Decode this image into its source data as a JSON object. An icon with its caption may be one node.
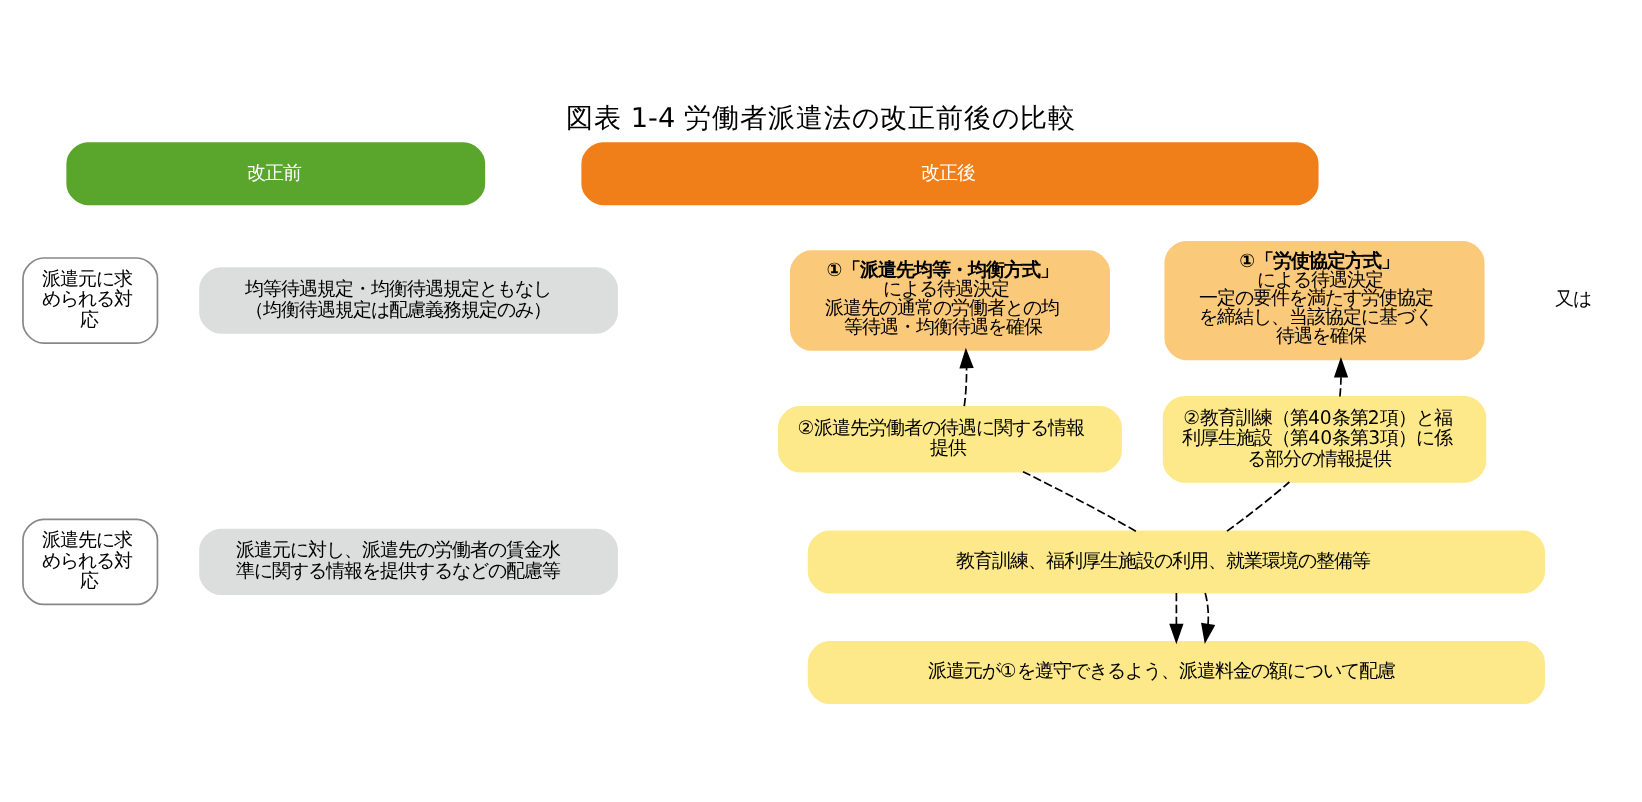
{
  "diagram": {
    "title": "図表 1-4 労働者派遣法の改正前後の比較",
    "nodes": [
      {
        "text": [
          "改正前"
        ]
      },
      {
        "text": [
          "改正後"
        ]
      },
      {
        "text": [
          "派遣元に求められる対応"
        ]
      },
      {
        "text": [
          "派遣先に求められる対応"
        ]
      },
      {
        "text": [
          "均等待遇規定・均衡待遇規定ともなし",
          "（均衡待遇規定は配慮義務規定のみ）"
        ]
      },
      {
        "text": [
          "派遣元に対し、派遣先の労働者の賃金水準に関する情報を提供するなどの配慮等"
        ]
      },
      {
        "text": [
          "①「派遣先均等・均衡方式」",
          "による待遇決定",
          "派遣先の通常の労働者との均等待遇・均衡待遇を確保"
        ]
      },
      {
        "text": [
          "①「労使協定方式」",
          "による待遇決定",
          "一定の要件を満たす労使協定を締結し、当該協定に基づく待遇を確保"
        ]
      },
      {
        "text": [
          "②派遣先労働者の待遇に関する情報提供"
        ]
      },
      {
        "text": [
          "②教育訓練（第40条第2項）と福利厚生施設（第40条第3項）に係る部分の情報提供"
        ]
      },
      {
        "text": [
          "教育訓練、福利厚生施設の利用、就業環境の整備等"
        ]
      },
      {
        "text": [
          "派遣元が①を遵守できるよう、派遣料金の額について配慮"
        ]
      }
    ],
    "edges": [
      {
        "from": 8,
        "to": 6,
        "arrow": "to",
        "style": "dashed"
      },
      {
        "from": 9,
        "to": 7,
        "arrow": "to",
        "style": "dashed"
      },
      {
        "from": 10,
        "to": 8,
        "arrow": "none",
        "style": "dashed"
      },
      {
        "from": 10,
        "to": 9,
        "arrow": "none",
        "style": "dashed"
      },
      {
        "from": 10,
        "to": 11,
        "arrow": "to",
        "style": "dashed"
      },
      {
        "from": 10,
        "to": 11,
        "arrow": "to",
        "style": "dashed"
      }
    ],
    "labels": [
      "又は"
    ]
  }
}
